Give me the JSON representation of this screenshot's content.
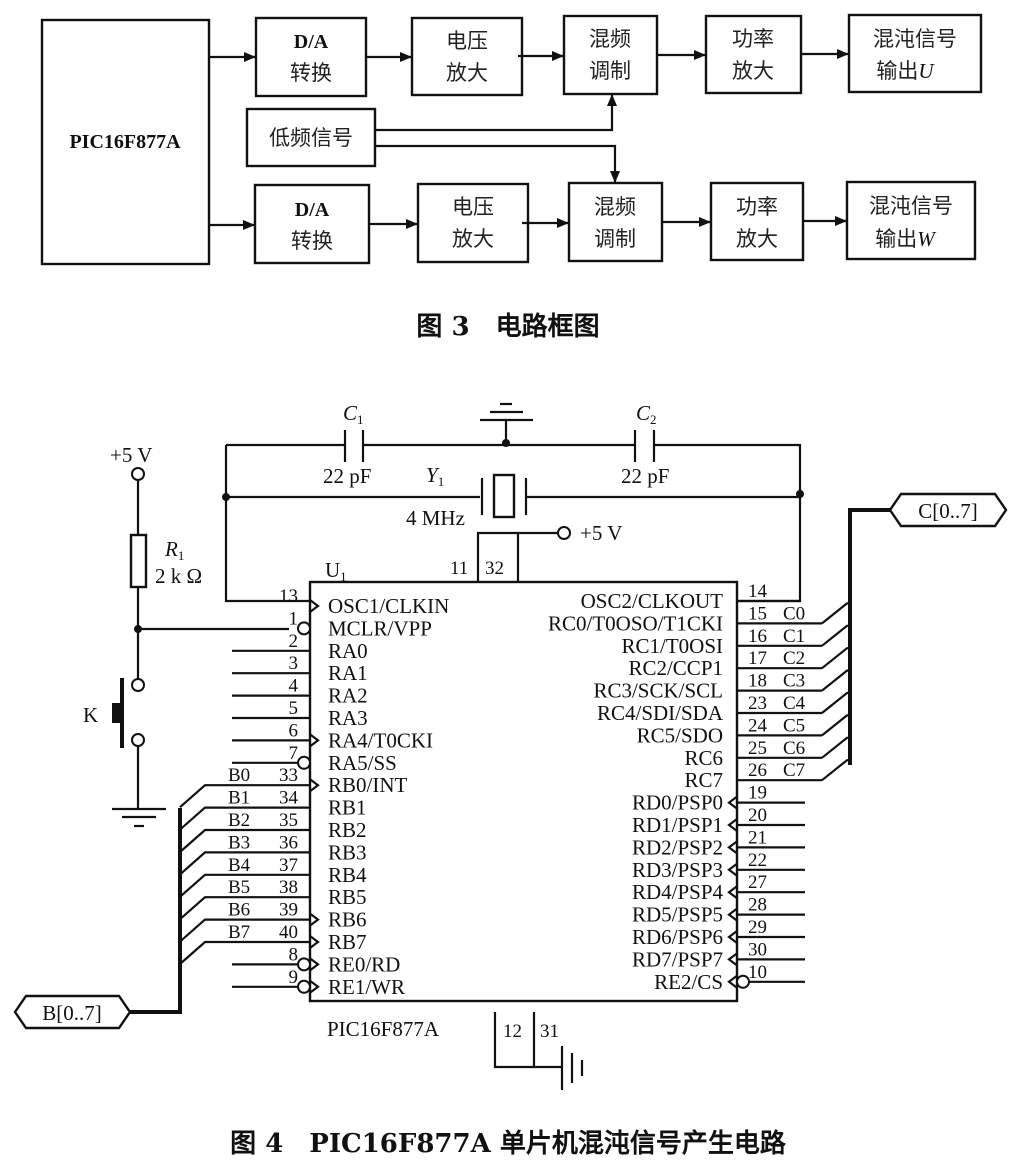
{
  "figure3": {
    "mcu_label": "PIC16F877A",
    "low_freq_label": "低频信号",
    "chains": [
      {
        "da": [
          "D/A",
          "转换"
        ],
        "amp": [
          "电压",
          "放大"
        ],
        "mix": [
          "混频",
          "调制"
        ],
        "pwr": [
          "功率",
          "放大"
        ],
        "out": [
          "混沌信号",
          "输出",
          "U"
        ]
      },
      {
        "da": [
          "D/A",
          "转换"
        ],
        "amp": [
          "电压",
          "放大"
        ],
        "mix": [
          "混频",
          "调制"
        ],
        "pwr": [
          "功率",
          "放大"
        ],
        "out": [
          "混沌信号",
          "输出",
          "W"
        ]
      }
    ],
    "caption": "图 3　电路框图"
  },
  "figure4": {
    "vcc_left": "+5 V",
    "vcc_right": "+5 V",
    "c1": {
      "name": "C",
      "sub": "1",
      "value": "22 pF"
    },
    "c2": {
      "name": "C",
      "sub": "2",
      "value": "22 pF"
    },
    "y1": {
      "name": "Y",
      "sub": "1",
      "value": "4 MHz"
    },
    "r1": {
      "name": "R",
      "sub": "1",
      "value": "2 k Ω"
    },
    "switch": "K",
    "chip_ref": {
      "name": "U",
      "sub": "1"
    },
    "chip_name": "PIC16F877A",
    "top_pins": [
      "11",
      "32"
    ],
    "bottom_pins": [
      "12",
      "31"
    ],
    "bus_b": "B[0..7]",
    "bus_c": "C[0..7]",
    "left_pins": [
      {
        "num": "13",
        "name": "OSC1/CLKIN",
        "net": "",
        "mark": "clock"
      },
      {
        "num": "1",
        "name": "MCLR/VPP",
        "net": "",
        "mark": "bubble"
      },
      {
        "num": "2",
        "name": "RA0",
        "net": "",
        "mark": ""
      },
      {
        "num": "3",
        "name": "RA1",
        "net": "",
        "mark": ""
      },
      {
        "num": "4",
        "name": "RA2",
        "net": "",
        "mark": ""
      },
      {
        "num": "5",
        "name": "RA3",
        "net": "",
        "mark": ""
      },
      {
        "num": "6",
        "name": "RA4/T0CKI",
        "net": "",
        "mark": "clock"
      },
      {
        "num": "7",
        "name": "RA5/SS",
        "net": "",
        "mark": "bubble"
      },
      {
        "num": "33",
        "name": "RB0/INT",
        "net": "B0",
        "mark": "clock"
      },
      {
        "num": "34",
        "name": "RB1",
        "net": "B1",
        "mark": ""
      },
      {
        "num": "35",
        "name": "RB2",
        "net": "B2",
        "mark": ""
      },
      {
        "num": "36",
        "name": "RB3",
        "net": "B3",
        "mark": ""
      },
      {
        "num": "37",
        "name": "RB4",
        "net": "B4",
        "mark": ""
      },
      {
        "num": "38",
        "name": "RB5",
        "net": "B5",
        "mark": ""
      },
      {
        "num": "39",
        "name": "RB6",
        "net": "B6",
        "mark": "clock"
      },
      {
        "num": "40",
        "name": "RB7",
        "net": "B7",
        "mark": "clock"
      },
      {
        "num": "8",
        "name": "RE0/RD",
        "net": "",
        "mark": "both"
      },
      {
        "num": "9",
        "name": "RE1/WR",
        "net": "",
        "mark": "both"
      }
    ],
    "right_pins": [
      {
        "num": "14",
        "name": "OSC2/CLKOUT",
        "net": "",
        "mark": ""
      },
      {
        "num": "15",
        "name": "RC0/T0OSO/T1CKI",
        "net": "C0",
        "mark": ""
      },
      {
        "num": "16",
        "name": "RC1/T0OSI",
        "net": "C1",
        "mark": ""
      },
      {
        "num": "17",
        "name": "RC2/CCP1",
        "net": "C2",
        "mark": ""
      },
      {
        "num": "18",
        "name": "RC3/SCK/SCL",
        "net": "C3",
        "mark": ""
      },
      {
        "num": "23",
        "name": "RC4/SDI/SDA",
        "net": "C4",
        "mark": ""
      },
      {
        "num": "24",
        "name": "RC5/SDO",
        "net": "C5",
        "mark": ""
      },
      {
        "num": "25",
        "name": "RC6",
        "net": "C6",
        "mark": ""
      },
      {
        "num": "26",
        "name": "RC7",
        "net": "C7",
        "mark": ""
      },
      {
        "num": "19",
        "name": "RD0/PSP0",
        "net": "",
        "mark": "clock"
      },
      {
        "num": "20",
        "name": "RD1/PSP1",
        "net": "",
        "mark": "clock"
      },
      {
        "num": "21",
        "name": "RD2/PSP2",
        "net": "",
        "mark": "clock"
      },
      {
        "num": "22",
        "name": "RD3/PSP3",
        "net": "",
        "mark": "clock"
      },
      {
        "num": "27",
        "name": "RD4/PSP4",
        "net": "",
        "mark": "clock"
      },
      {
        "num": "28",
        "name": "RD5/PSP5",
        "net": "",
        "mark": "clock"
      },
      {
        "num": "29",
        "name": "RD6/PSP6",
        "net": "",
        "mark": "clock"
      },
      {
        "num": "30",
        "name": "RD7/PSP7",
        "net": "",
        "mark": "clock"
      },
      {
        "num": "10",
        "name": "RE2/CS",
        "net": "",
        "mark": "both"
      }
    ],
    "caption": "图 4　PIC16F877A 单片机混沌信号产生电路"
  }
}
